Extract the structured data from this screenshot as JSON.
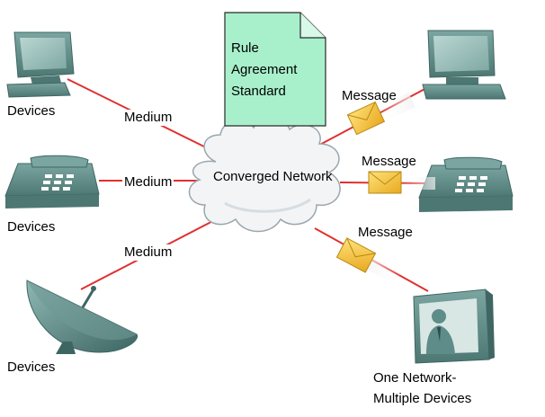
{
  "diagram": {
    "document_lines": [
      "Rule",
      "Agreement",
      "Standard"
    ],
    "cloud_label": "Converged Network",
    "device_labels": [
      "Devices",
      "Devices",
      "Devices"
    ],
    "medium_labels": [
      "Medium",
      "Medium",
      "Medium"
    ],
    "message_labels": [
      "Message",
      "Message",
      "Message"
    ],
    "tv_label_lines": [
      "One Network-",
      "Multiple Devices"
    ],
    "colors": {
      "link": "#e03030",
      "device_body": "#5e8c88",
      "device_dark": "#3f6663",
      "document_fill": "#a8f0cc",
      "cloud_fill": "#f2f4f6",
      "envelope": "#f4c430"
    },
    "icons": [
      "computer-icon",
      "telephone-icon",
      "satellite-dish-icon",
      "document-icon",
      "cloud-icon",
      "envelope-icon",
      "television-icon"
    ]
  }
}
